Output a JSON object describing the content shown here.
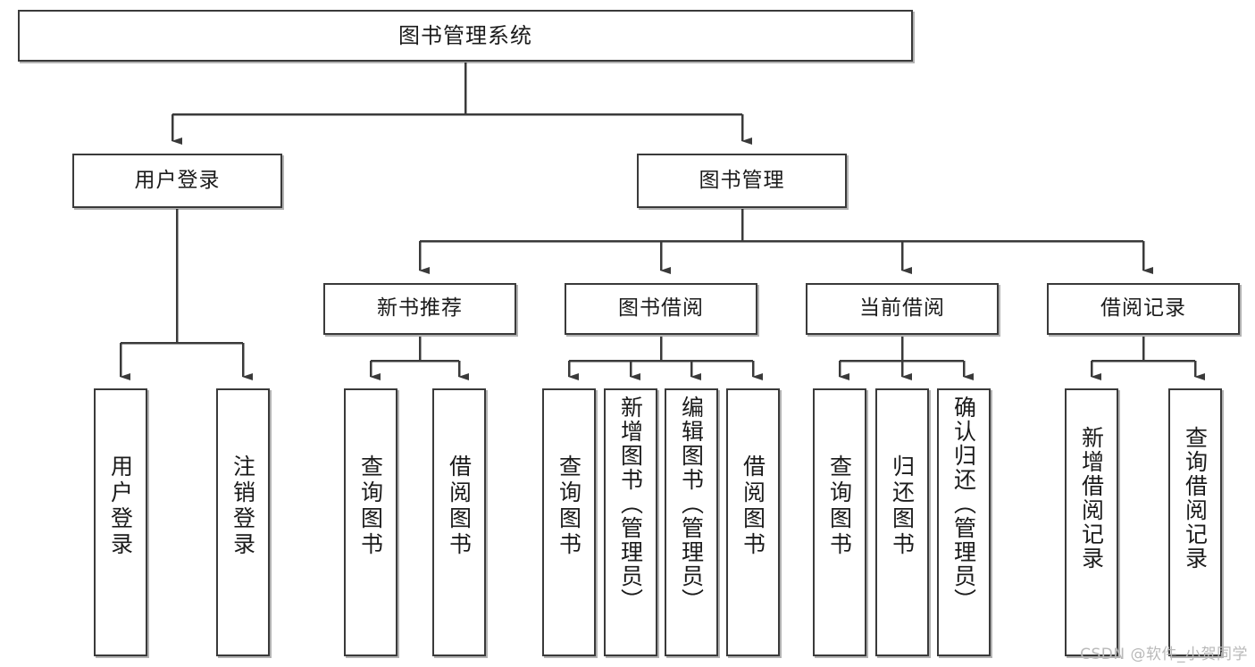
{
  "diagram": {
    "title": "图书管理系统",
    "type": "tree-hierarchy-chart",
    "watermark": "CSDN @软件_小贺同学",
    "colors": {
      "box_border": "#3a3a3a",
      "box_fill": "#ffffff",
      "connector": "#3a3a3a",
      "text": "#1b1b1b",
      "watermark": "#b9b9b9"
    },
    "root": {
      "label": "图书管理系统"
    },
    "level1": [
      {
        "label": "用户登录"
      },
      {
        "label": "图书管理"
      }
    ],
    "level2": [
      {
        "label": "新书推荐"
      },
      {
        "label": "图书借阅"
      },
      {
        "label": "当前借阅"
      },
      {
        "label": "借阅记录"
      }
    ],
    "leaves": {
      "user_login": [
        {
          "label": "用户登录"
        },
        {
          "label": "注销登录"
        }
      ],
      "new_book_recommend": [
        {
          "label": "查询图书"
        },
        {
          "label": "借阅图书"
        }
      ],
      "book_borrow": [
        {
          "label": "查询图书"
        },
        {
          "label": "新增图书（管理员）"
        },
        {
          "label": "编辑图书（管理员）"
        },
        {
          "label": "借阅图书"
        }
      ],
      "current_borrow": [
        {
          "label": "查询图书"
        },
        {
          "label": "归还图书"
        },
        {
          "label": "确认归还（管理员）"
        }
      ],
      "borrow_record": [
        {
          "label": "新增借阅记录"
        },
        {
          "label": "查询借阅记录"
        }
      ]
    }
  }
}
